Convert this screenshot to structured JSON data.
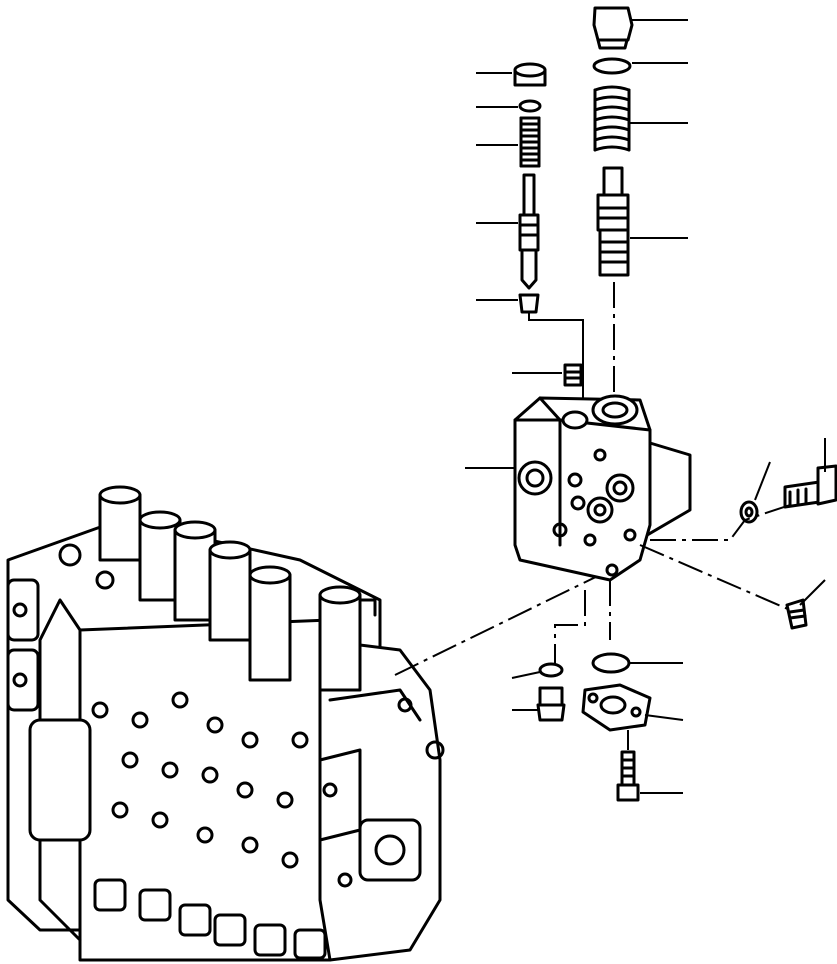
{
  "figure": {
    "kind": "exploded parts diagram",
    "colors": {
      "ink": "#000000",
      "background": "#ffffff"
    },
    "callouts": [
      {
        "id": "c1"
      },
      {
        "id": "c2"
      },
      {
        "id": "c3"
      },
      {
        "id": "c4"
      },
      {
        "id": "c5"
      },
      {
        "id": "c6"
      },
      {
        "id": "c7"
      },
      {
        "id": "c8"
      },
      {
        "id": "c9"
      },
      {
        "id": "c10"
      },
      {
        "id": "c11"
      },
      {
        "id": "c12"
      },
      {
        "id": "c13"
      },
      {
        "id": "c14"
      },
      {
        "id": "c15"
      },
      {
        "id": "c16"
      },
      {
        "id": "c17"
      },
      {
        "id": "c18"
      },
      {
        "id": "c19"
      }
    ]
  }
}
